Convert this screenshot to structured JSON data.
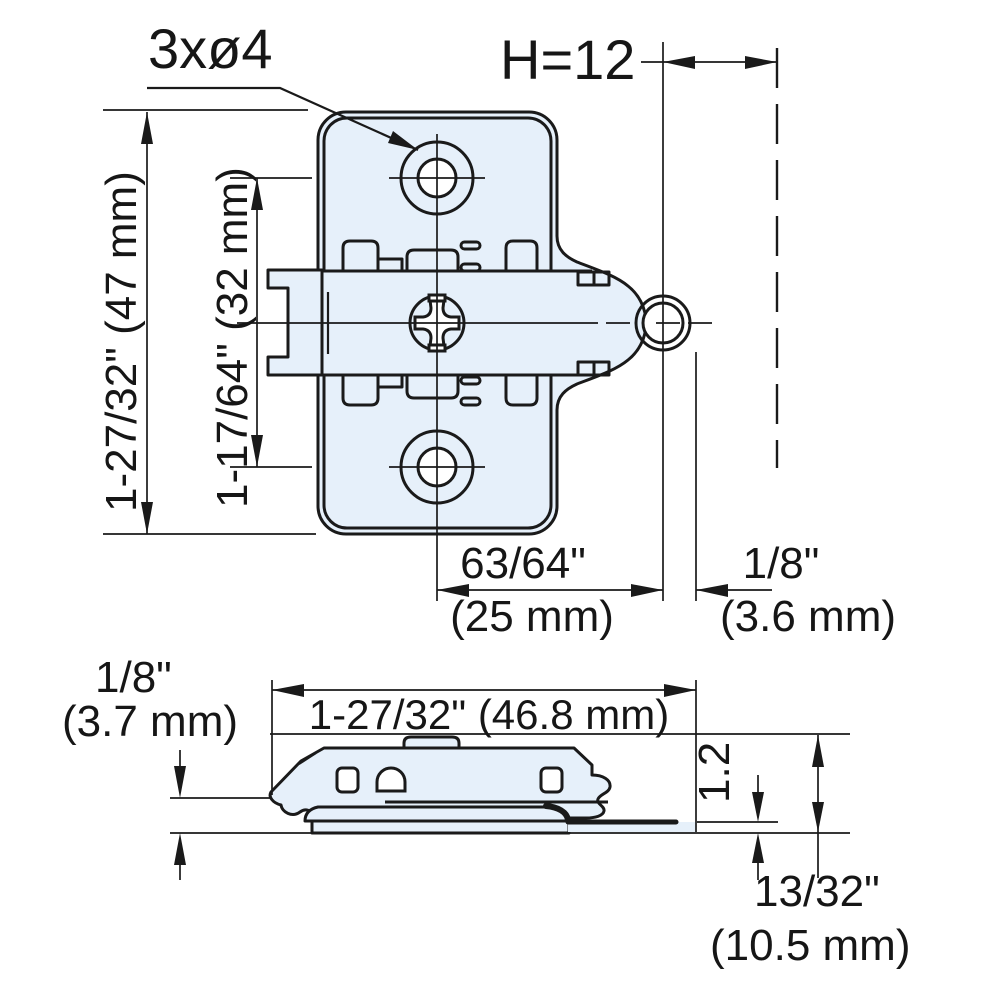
{
  "colors": {
    "part_fill": "#e6f0fa",
    "line": "#1a1a1a",
    "hole_fill": "#ffffff"
  },
  "callouts": {
    "hole_spec": "3xø4",
    "plate_height": "H=12"
  },
  "top_view": {
    "plate_length": "1-27/32\" (47 mm)",
    "hole_spacing": "1-17/64\" (32 mm)",
    "screw_offset_in": "63/64\"",
    "screw_offset_mm": "(25 mm)",
    "edge_offset_in": "1/8\"",
    "edge_offset_mm": "(3.6 mm)"
  },
  "side_view": {
    "plate_length": "1-27/32\" (46.8 mm)",
    "wing_height_in": "1/8\"",
    "wing_height_mm": "(3.7 mm)",
    "base_thickness": "1.2",
    "overall_height_in": "13/32\"",
    "overall_height_mm": "(10.5 mm)"
  }
}
